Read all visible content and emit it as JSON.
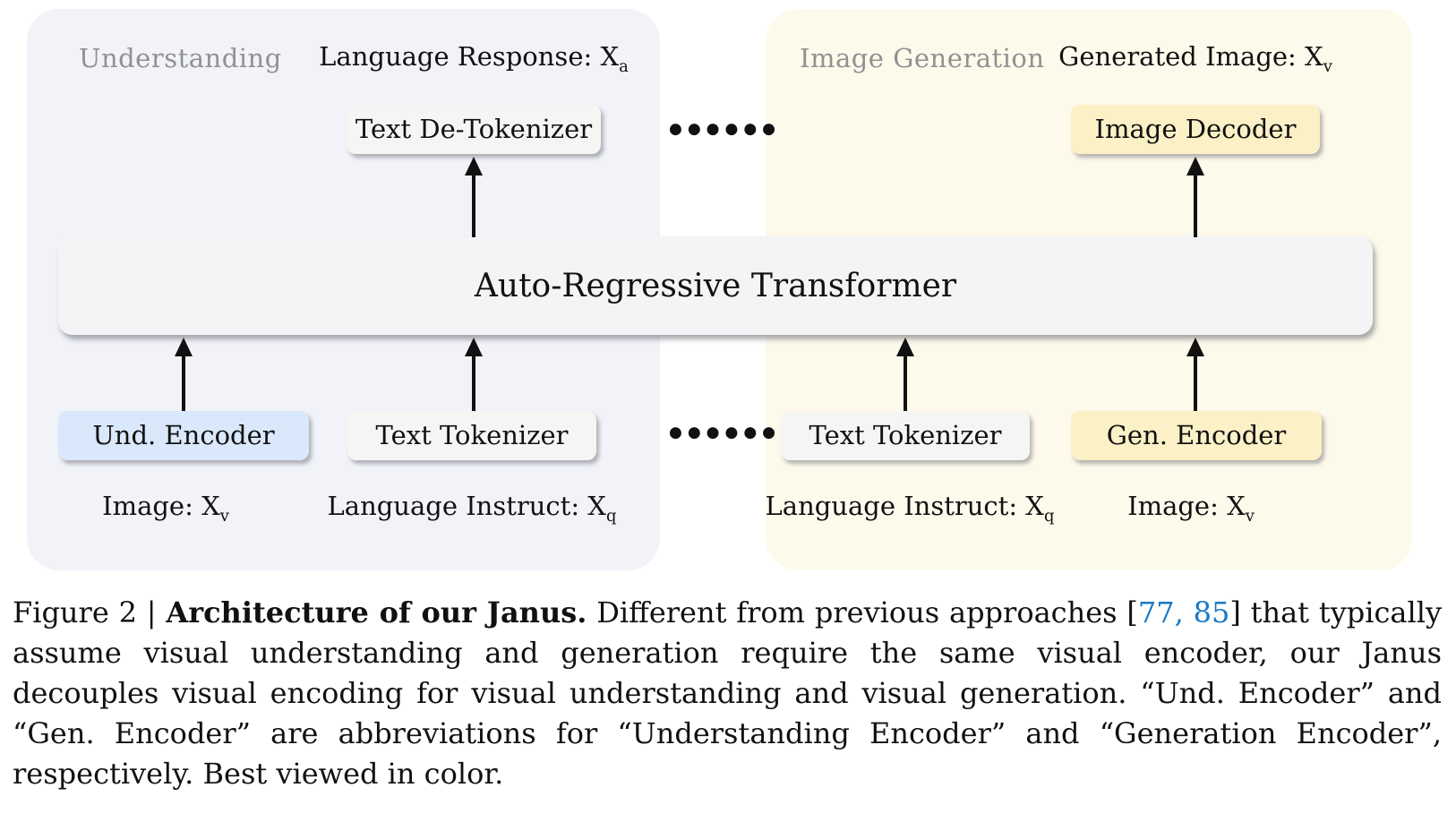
{
  "figure": {
    "transformer_box": "Auto-Regressive Transformer",
    "ellipsis": "●●●●●●",
    "understanding": {
      "section_label": "Understanding",
      "output_label": {
        "text": "Language Response: X",
        "sub": "a"
      },
      "output_box": "Text De-Tokenizer",
      "encoder_box": "Und. Encoder",
      "tokenizer_box": "Text Tokenizer",
      "image_input_label": {
        "text": "Image: X",
        "sub": "v"
      },
      "instruct_input_label": {
        "text": "Language Instruct: X",
        "sub": "q"
      }
    },
    "generation": {
      "section_label": "Image Generation",
      "output_label": {
        "text": "Generated Image: X",
        "sub": "v"
      },
      "output_box": "Image Decoder",
      "tokenizer_box": "Text Tokenizer",
      "encoder_box": "Gen. Encoder",
      "instruct_input_label": {
        "text": "Language Instruct: X",
        "sub": "q"
      },
      "image_input_label": {
        "text": "Image: X",
        "sub": "v"
      }
    }
  },
  "caption": {
    "prefix": "Figure 2 | ",
    "bold": "Architecture of our Janus.",
    "body_1": " Different from previous approaches [",
    "cite_1": "77",
    "cite_sep": ", ",
    "cite_2": "85",
    "body_2": "] that typically assume visual understanding and generation require the same visual encoder, our Janus decouples visual encoding for visual understanding and visual generation. “Und. Encoder” and “Gen. Encoder” are abbreviations for “Understanding Encoder” and “Generation Encoder”, respectively. Best viewed in color."
  },
  "colors": {
    "understanding_panel_bg": "#f1f3f9",
    "generation_panel_bg": "#fdfaec",
    "neutral_box_bg": "#f5f5f3",
    "understanding_encoder_bg": "#d9e8fb",
    "generation_box_bg": "#fcf0c6",
    "transformer_bg": "#f4f4f6",
    "section_label_gray": "#919191",
    "citation_link_blue": "#1878c4",
    "text_black": "#111111"
  }
}
